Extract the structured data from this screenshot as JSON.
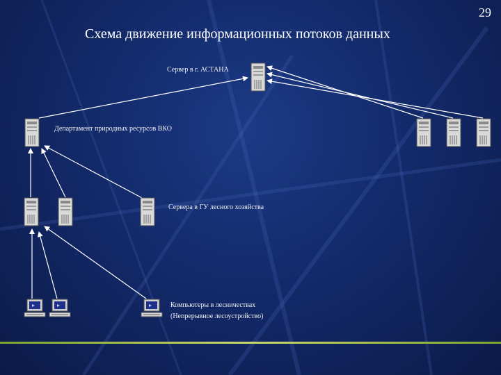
{
  "slide": {
    "page_number": "29",
    "title": "Схема движение информационных потоков данных"
  },
  "labels": {
    "astana_server": "Сервер в г. АСТАНА",
    "department": "Департамент природных ресурсов ВКО",
    "forestry_servers": "Сервера в ГУ лесного хозяйства",
    "computers_line1": "Компьютеры в лесничествах",
    "computers_line2": "(Непрерывное лесоустройство)"
  },
  "icons": {
    "server": "server-tower-icon",
    "computer": "desktop-computer-icon"
  },
  "colors": {
    "background": "#132a6a",
    "text": "#ffffff",
    "arrows": "#ffffff",
    "bottom_rule": "#a8c24a"
  }
}
